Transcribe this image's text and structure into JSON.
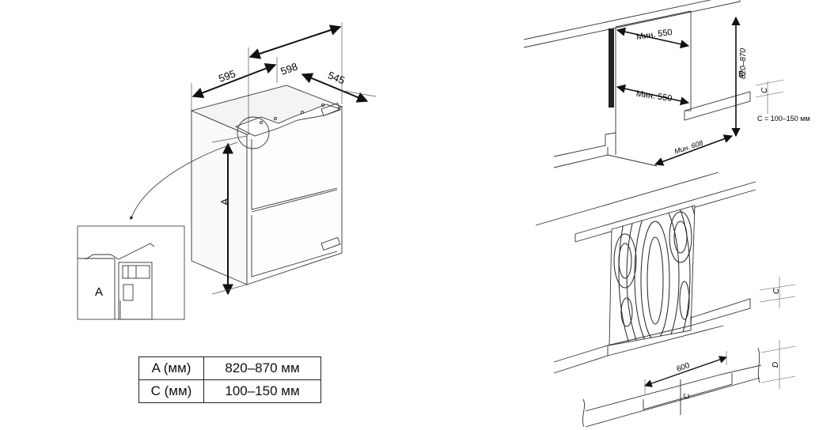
{
  "left_figure": {
    "dim_width": "595",
    "dim_depth_top": "598",
    "dim_depth_side": "545",
    "dim_height": "A",
    "detail_label": "A"
  },
  "right_top": {
    "min_upper": "Мин. 550",
    "min_lower": "Мин. 550",
    "min_depth": "Мин. 608",
    "height_range": "820–870",
    "label_b": "B",
    "label_c": "C",
    "c_note": "C = 100–150 мм"
  },
  "right_bottom": {
    "label_c_right": "C",
    "label_d": "D",
    "dim_600": "600",
    "label_c_bottom": "C"
  },
  "table": {
    "rows": [
      {
        "label": "A (мм)",
        "value": "820–870 мм"
      },
      {
        "label": "C (мм)",
        "value": "100–150 мм"
      }
    ]
  }
}
